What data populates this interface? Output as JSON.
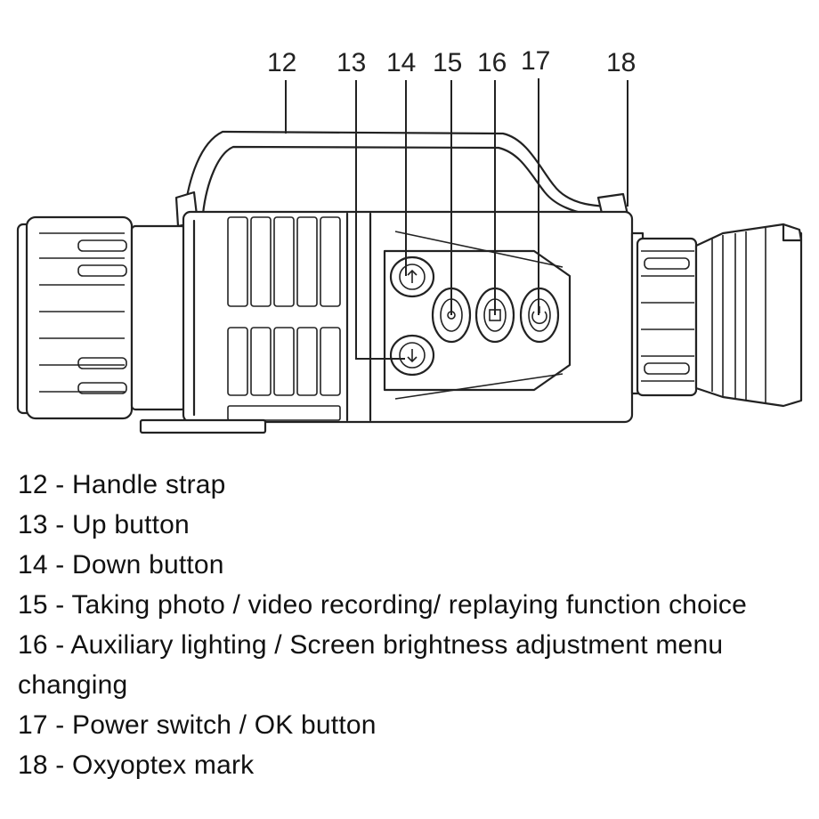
{
  "callouts": [
    "12",
    "13",
    "14",
    "15",
    "16",
    "17",
    "18"
  ],
  "legend": [
    "12 - Handle strap",
    "13 - Up button",
    "14 - Down button",
    "15 - Taking photo / video recording/ replaying function choice",
    "16 - Auxiliary lighting / Screen brightness adjustment menu changing",
    "17 - Power switch / OK button",
    "18 - Oxyoptex mark"
  ]
}
